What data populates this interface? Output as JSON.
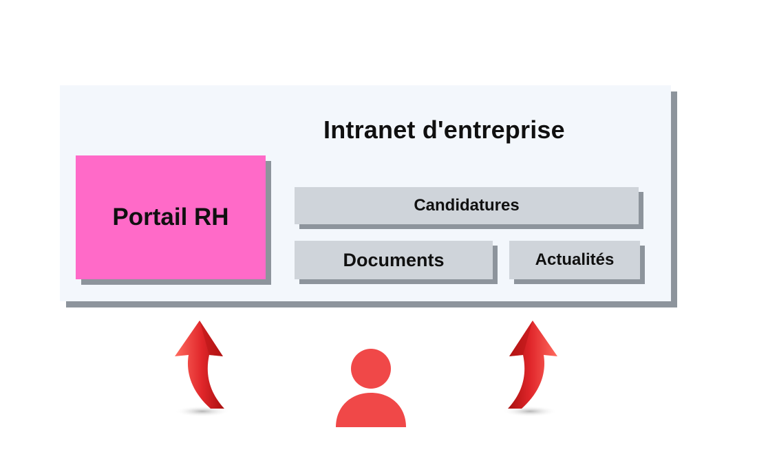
{
  "diagram": {
    "container": {
      "title": "Intranet d'entreprise"
    },
    "portal": {
      "label": "Portail RH",
      "color": "#ff6ac8"
    },
    "modules": {
      "candidatures": "Candidatures",
      "documents": "Documents",
      "actualites": "Actualités"
    },
    "icons": {
      "left_arrow": "curved-up-arrow-icon",
      "right_arrow": "curved-up-arrow-icon",
      "user": "user-icon"
    },
    "colors": {
      "container_bg": "#f3f7fc",
      "module_bg": "#cfd4da",
      "shadow": "#8d949c",
      "arrow": "#e0262a",
      "user": "#f04848"
    }
  }
}
